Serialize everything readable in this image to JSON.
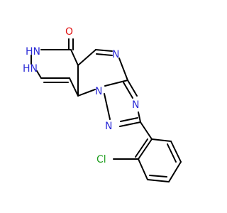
{
  "molecule": {
    "atoms": {
      "o_carbonyl": "O",
      "n_hydrazide": "HN",
      "n_hydrazine": "HN",
      "n_pyrimidine": "N",
      "n_triazole_right": "N",
      "n_bridge": "N",
      "n_triazole_left": "N",
      "cl": "Cl"
    }
  },
  "colors": {
    "bond": "#000000",
    "nitrogen": "#2b2bd6",
    "oxygen": "#e01010",
    "chlorine": "#1e9e1e"
  }
}
